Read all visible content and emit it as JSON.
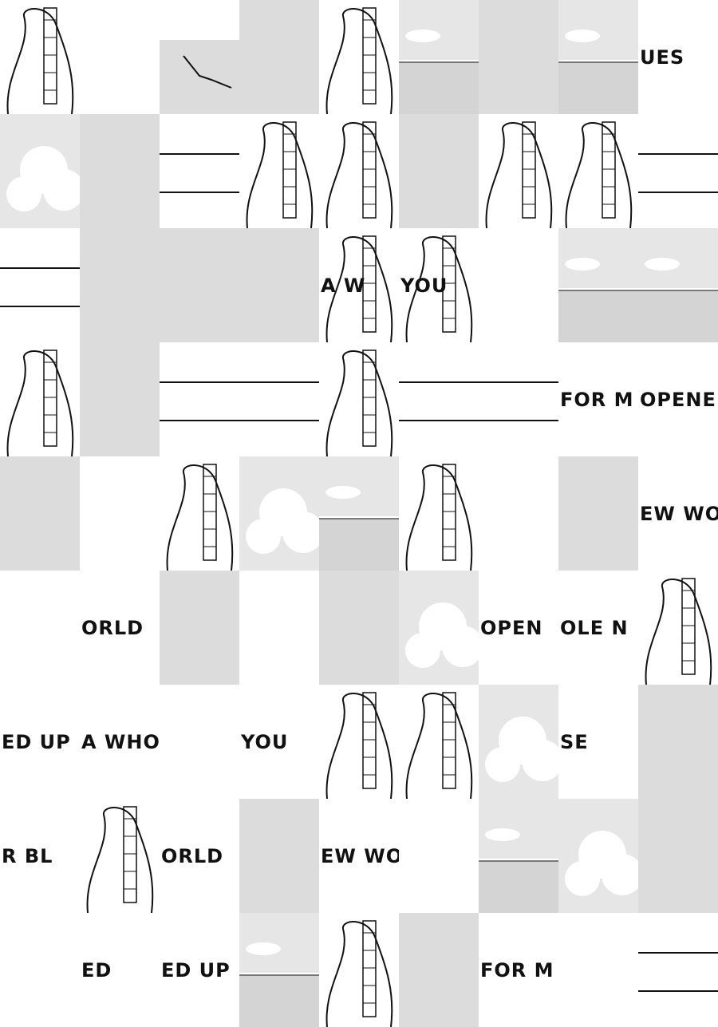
{
  "puzzle": {
    "cols": 9,
    "rows": 9,
    "colors": {
      "screentone": "#dcdcdc",
      "paper": "#ffffff",
      "ink": "#111111",
      "sky": "#e6e6e6"
    },
    "tiles": [
      {
        "s": "guitar",
        "t": ""
      },
      {
        "s": "white",
        "t": ""
      },
      {
        "s": "bird",
        "t": ""
      },
      {
        "s": "gray",
        "t": ""
      },
      {
        "s": "guitar",
        "t": ""
      },
      {
        "s": "sea",
        "t": ""
      },
      {
        "s": "gray",
        "t": ""
      },
      {
        "s": "sea",
        "t": ""
      },
      {
        "s": "text",
        "t": "UES"
      },
      {
        "s": "cloud",
        "t": ""
      },
      {
        "s": "gray",
        "t": ""
      },
      {
        "s": "panel",
        "t": ""
      },
      {
        "s": "guitar",
        "t": ""
      },
      {
        "s": "guitar",
        "t": ""
      },
      {
        "s": "gray",
        "t": ""
      },
      {
        "s": "guitar",
        "t": ""
      },
      {
        "s": "guitar",
        "t": ""
      },
      {
        "s": "panel",
        "t": ""
      },
      {
        "s": "panel",
        "t": ""
      },
      {
        "s": "gray",
        "t": ""
      },
      {
        "s": "gray",
        "t": ""
      },
      {
        "s": "gray",
        "t": ""
      },
      {
        "s": "guitar",
        "t": "A W"
      },
      {
        "s": "guitar",
        "t": "YOU"
      },
      {
        "s": "white",
        "t": ""
      },
      {
        "s": "sea",
        "t": ""
      },
      {
        "s": "sea",
        "t": ""
      },
      {
        "s": "guitar",
        "t": ""
      },
      {
        "s": "gray",
        "t": ""
      },
      {
        "s": "panel",
        "t": ""
      },
      {
        "s": "panel",
        "t": ""
      },
      {
        "s": "guitar",
        "t": ""
      },
      {
        "s": "panel",
        "t": ""
      },
      {
        "s": "panel",
        "t": ""
      },
      {
        "s": "text",
        "t": "FOR M"
      },
      {
        "s": "text",
        "t": "OPENE"
      },
      {
        "s": "gray",
        "t": ""
      },
      {
        "s": "white",
        "t": ""
      },
      {
        "s": "guitar",
        "t": ""
      },
      {
        "s": "cloud",
        "t": ""
      },
      {
        "s": "sea",
        "t": ""
      },
      {
        "s": "guitar",
        "t": ""
      },
      {
        "s": "white",
        "t": ""
      },
      {
        "s": "gray",
        "t": ""
      },
      {
        "s": "text",
        "t": "EW WO"
      },
      {
        "s": "white",
        "t": ""
      },
      {
        "s": "text",
        "t": "ORLD"
      },
      {
        "s": "gray",
        "t": ""
      },
      {
        "s": "white",
        "t": ""
      },
      {
        "s": "gray",
        "t": ""
      },
      {
        "s": "cloud",
        "t": ""
      },
      {
        "s": "text",
        "t": "OPEN"
      },
      {
        "s": "text",
        "t": "OLE N"
      },
      {
        "s": "guitar",
        "t": ""
      },
      {
        "s": "text",
        "t": "ED UP"
      },
      {
        "s": "text",
        "t": "A WHO"
      },
      {
        "s": "white",
        "t": ""
      },
      {
        "s": "text",
        "t": "YOU"
      },
      {
        "s": "guitar",
        "t": ""
      },
      {
        "s": "guitar",
        "t": ""
      },
      {
        "s": "cloud",
        "t": ""
      },
      {
        "s": "text",
        "t": "SE"
      },
      {
        "s": "gray",
        "t": ""
      },
      {
        "s": "text",
        "t": "R BL"
      },
      {
        "s": "guitar",
        "t": ""
      },
      {
        "s": "text",
        "t": "ORLD"
      },
      {
        "s": "gray",
        "t": ""
      },
      {
        "s": "text",
        "t": "EW WO"
      },
      {
        "s": "white",
        "t": ""
      },
      {
        "s": "sea",
        "t": ""
      },
      {
        "s": "cloud",
        "t": ""
      },
      {
        "s": "gray",
        "t": ""
      },
      {
        "s": "white",
        "t": ""
      },
      {
        "s": "text",
        "t": "ED"
      },
      {
        "s": "text",
        "t": "ED UP"
      },
      {
        "s": "sea",
        "t": ""
      },
      {
        "s": "guitar",
        "t": ""
      },
      {
        "s": "gray",
        "t": ""
      },
      {
        "s": "text",
        "t": "FOR M"
      },
      {
        "s": "white",
        "t": ""
      },
      {
        "s": "panel",
        "t": ""
      }
    ]
  }
}
